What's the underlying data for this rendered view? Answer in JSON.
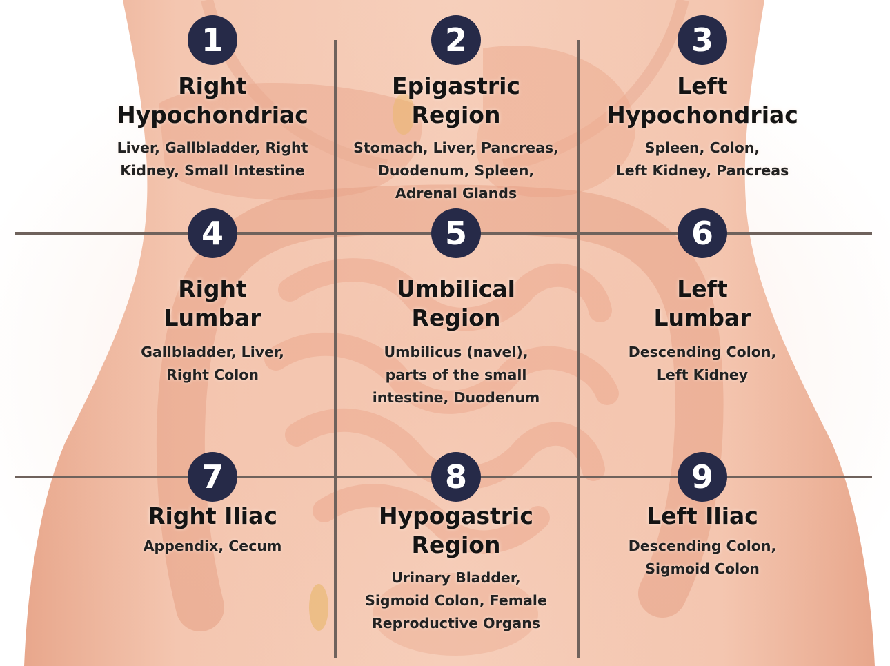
{
  "regions": [
    {
      "number": "1",
      "title": "Right\nHypochondriac",
      "organs": "Liver, Gallbladder, Right\nKidney, Small Intestine"
    },
    {
      "number": "2",
      "title": "Epigastric\nRegion",
      "organs": "Stomach, Liver, Pancreas,\nDuodenum, Spleen,\nAdrenal Glands"
    },
    {
      "number": "3",
      "title": "Left\nHypochondriac",
      "organs": "Spleen, Colon,\nLeft Kidney, Pancreas"
    },
    {
      "number": "4",
      "title": "Right\nLumbar",
      "organs": "Gallbladder, Liver,\nRight Colon"
    },
    {
      "number": "5",
      "title": "Umbilical\nRegion",
      "organs": "Umbilicus (navel),\nparts of the small\nintestine, Duodenum"
    },
    {
      "number": "6",
      "title": "Left\nLumbar",
      "organs": "Descending Colon,\nLeft Kidney"
    },
    {
      "number": "7",
      "title": "Right Iliac",
      "organs": "Appendix, Cecum"
    },
    {
      "number": "8",
      "title": "Hypogastric\nRegion",
      "organs": "Urinary Bladder,\nSigmoid Colon, Female\nReproductive Organs"
    },
    {
      "number": "9",
      "title": "Left Iliac",
      "organs": "Descending Colon,\nSigmoid Colon"
    }
  ],
  "colors": {
    "badge": "#262a48",
    "divider": "#6f625c",
    "skin": "#f3c3ad",
    "organ": "#e59a7d"
  }
}
